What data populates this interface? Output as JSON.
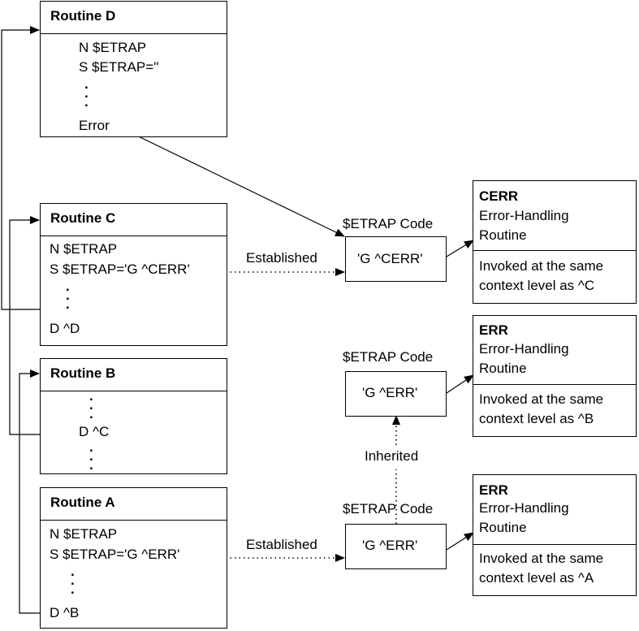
{
  "routine_d": {
    "title": "Routine D",
    "line1": "N $ETRAP",
    "line2": "S $ETRAP=''",
    "error_label": "Error"
  },
  "routine_c": {
    "title": "Routine C",
    "line1": "N $ETRAP",
    "line2": "S $ETRAP='G ^CERR'",
    "line3": "D ^D"
  },
  "routine_b": {
    "title": "Routine B",
    "line1": "D ^C"
  },
  "routine_a": {
    "title": "Routine A",
    "line1": "N $ETRAP",
    "line2": "S $ETRAP='G ^ERR'",
    "line3": "D ^B"
  },
  "etrap_c": {
    "caption": "$ETRAP Code",
    "value": "'G ^CERR'",
    "link_label": "Established"
  },
  "etrap_b": {
    "caption": "$ETRAP Code",
    "value": "'G ^ERR'",
    "link_label": "Inherited"
  },
  "etrap_a": {
    "caption": "$ETRAP Code",
    "value": "'G ^ERR'",
    "link_label": "Established"
  },
  "handler_c": {
    "name": "CERR",
    "line1": "Error-Handling",
    "line2": "Routine",
    "note1": "Invoked at the same",
    "note2": "context level as ^C"
  },
  "handler_b": {
    "name": "ERR",
    "line1": "Error-Handling",
    "line2": "Routine",
    "note1": "Invoked at the same",
    "note2": "context level as ^B"
  },
  "handler_a": {
    "name": "ERR",
    "line1": "Error-Handling",
    "line2": "Routine",
    "note1": "Invoked at the same",
    "note2": "context level as ^A"
  }
}
